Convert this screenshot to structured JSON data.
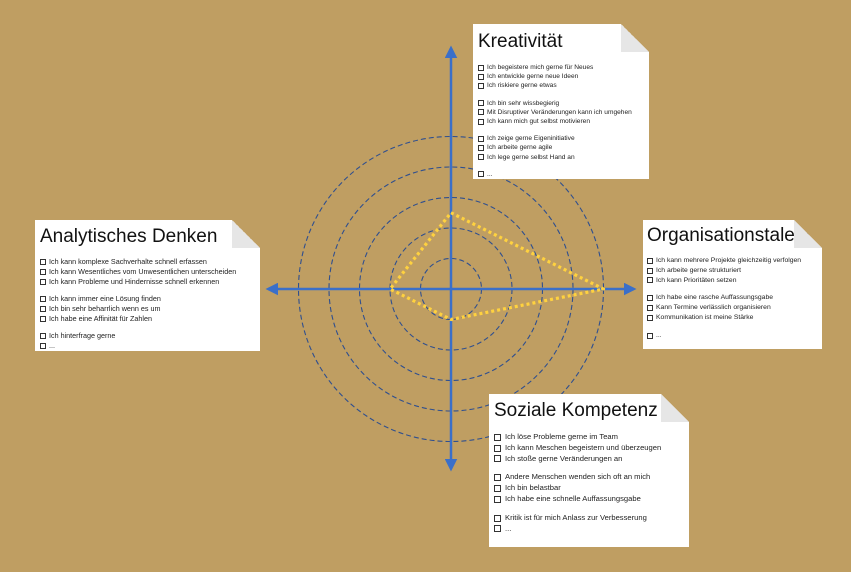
{
  "colors": {
    "background": "#bf9e62",
    "axis": "#3a6fc9",
    "circles": "#2f4f8f",
    "polygon": "#ffd23f",
    "note_fill": "#ffffff"
  },
  "diagram": {
    "rings": 5,
    "axes": [
      "up",
      "right",
      "down",
      "left"
    ],
    "polygon_levels": {
      "Kreativität": 2.5,
      "Organisationstalent": 5,
      "Soziale Kompetenz": 1,
      "Analytisches Denken": 2
    }
  },
  "notes": {
    "kreativitaet": {
      "title": "Kreativität",
      "groups": [
        [
          "Ich begeistere mich gerne für Neues",
          "Ich entwickle gerne neue Ideen",
          "Ich riskiere gerne etwas"
        ],
        [
          "Ich bin sehr wissbegierig",
          "Mit Disruptiver Veränderungen kann ich umgehen",
          "Ich kann mich gut selbst motivieren"
        ],
        [
          "Ich zeige gerne Eigeninitiative",
          "Ich arbeite gerne agile",
          "Ich lege gerne selbst Hand an"
        ],
        [
          "..."
        ]
      ]
    },
    "analytisches_denken": {
      "title": "Analytisches Denken",
      "groups": [
        [
          "Ich kann komplexe Sachverhalte schnell erfassen",
          "Ich kann Wesentliches vom Unwesentlichen unterscheiden",
          "Ich kann Probleme und Hindernisse schnell erkennen"
        ],
        [
          "Ich kann immer eine Lösung finden",
          "Ich bin sehr beharrlich wenn es um",
          "Ich habe eine Affinität für Zahlen"
        ],
        [
          "Ich hinterfrage gerne",
          "..."
        ]
      ]
    },
    "organisationstalent": {
      "title": "Organisationstalent",
      "groups": [
        [
          "Ich kann mehrere Projekte gleichzeitig verfolgen",
          "Ich arbeite gerne strukturiert",
          "Ich kann Prioritäten setzen"
        ],
        [
          "Ich habe eine rasche Auffassungsgabe",
          "Kann Termine verlässlich organisieren",
          "Kommunikation ist meine Stärke"
        ],
        [
          "..."
        ]
      ]
    },
    "soziale_kompetenz": {
      "title": "Soziale Kompetenz",
      "groups": [
        [
          "Ich löse Probleme gerne im Team",
          "Ich kann Meschen begeistern und überzeugen",
          "Ich stoße gerne Veränderungen an"
        ],
        [
          "Andere Menschen wenden sich oft an mich",
          "Ich bin belastbar",
          "Ich habe eine schnelle Auffassungsgabe"
        ],
        [
          "Kritik ist für mich Anlass zur Verbesserung",
          "..."
        ]
      ]
    }
  }
}
